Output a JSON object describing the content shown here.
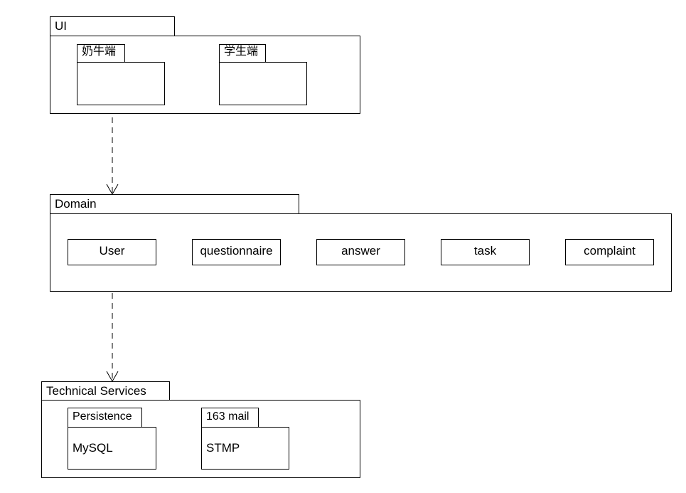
{
  "packages": {
    "ui": {
      "label": "UI",
      "sub": [
        {
          "label": "奶牛端"
        },
        {
          "label": "学生端"
        }
      ]
    },
    "domain": {
      "label": "Domain",
      "classes": [
        "User",
        "questionnaire",
        "answer",
        "task",
        "complaint"
      ]
    },
    "technical": {
      "label": "Technical Services",
      "sub": [
        {
          "label": "Persistence",
          "content": "MySQL"
        },
        {
          "label": "163 mail",
          "content": "STMP"
        }
      ]
    }
  }
}
